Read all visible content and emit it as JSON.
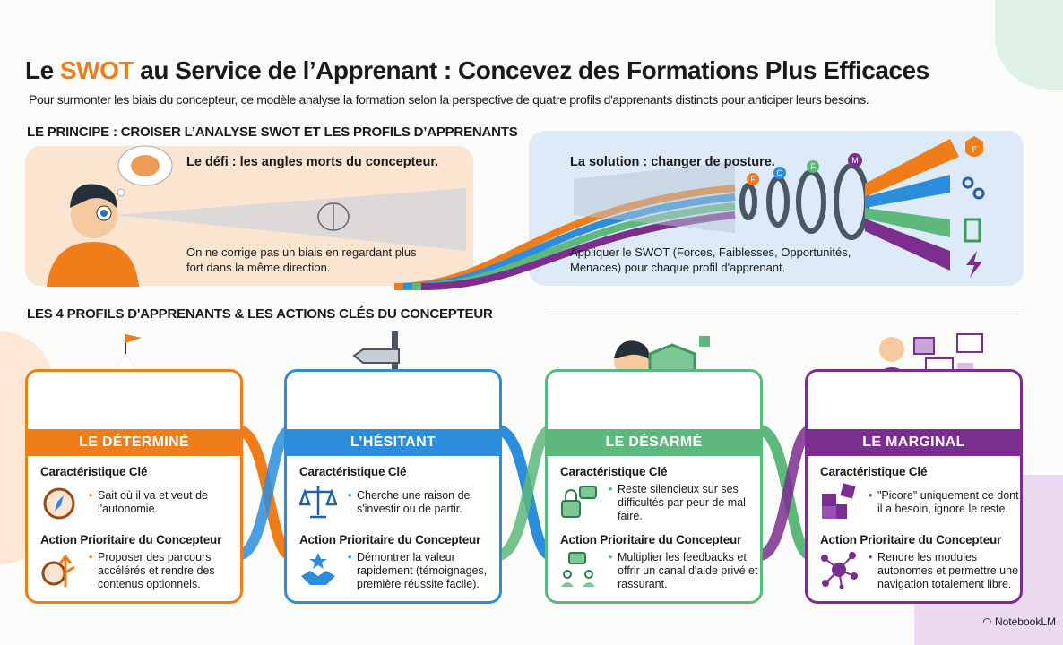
{
  "title": {
    "prefix": "Le ",
    "highlight": "SWOT",
    "suffix": " au Service de l’Apprenant : Concevez des Formations Plus Efficaces"
  },
  "subtitle": "Pour surmonter les biais du concepteur, ce modèle analyse la formation selon la perspective de quatre profils d'apprenants distincts pour anticiper leurs besoins.",
  "principle": {
    "heading": "LE PRINCIPE : CROISER L’ANALYSE SWOT ET LES PROFILS D’APPRENANTS",
    "challenge_title": "Le défi : les angles morts du concepteur.",
    "challenge_text": "On ne corrige pas un biais en regardant plus fort dans la même direction.",
    "solution_title": "La solution : changer de posture.",
    "solution_text": "Appliquer le SWOT (Forces, Faiblesses, Opportunités, Menaces) pour chaque profil d'apprenant.",
    "lens_letters": [
      "F",
      "O",
      "F",
      "M"
    ],
    "ray_letter": "F"
  },
  "profiles_heading": "LES 4 PROFILS D'APPRENANTS & LES ACTIONS CLÉS DU CONCEPTEUR",
  "profiles": [
    {
      "name": "LE DÉTERMINÉ",
      "color": "#ef7d1a",
      "char_label": "Caractéristique Clé",
      "char_text": "Sait où il va et veut de l'autonomie.",
      "action_label": "Action Prioritaire du Concepteur",
      "action_text": "Proposer des parcours accélérés et rendre des contenus optionnels."
    },
    {
      "name": "L’HÉSITANT",
      "color": "#2b8ddb",
      "char_label": "Caractéristique Clé",
      "char_text": "Cherche une raison de s'investir ou de partir.",
      "action_label": "Action Prioritaire du Concepteur",
      "action_text": "Démontrer la valeur rapidement (témoignages, première réussite facile)."
    },
    {
      "name": "LE DÉSARMÉ",
      "color": "#5cb97b",
      "char_label": "Caractéristique Clé",
      "char_text": "Reste silencieux sur ses difficultés par peur de mal faire.",
      "action_label": "Action Prioritaire du Concepteur",
      "action_text": "Multiplier les feedbacks et offrir un canal d'aide privé et rassurant."
    },
    {
      "name": "LE MARGINAL",
      "color": "#7b2e8f",
      "char_label": "Caractéristique Clé",
      "char_text": "\"Picore\" uniquement ce dont il a besoin, ignore le reste.",
      "action_label": "Action Prioritaire du Concepteur",
      "action_text": "Rendre les modules autonomes et permettre une navigation totalement libre."
    }
  ],
  "watermark": "NotebookLM"
}
